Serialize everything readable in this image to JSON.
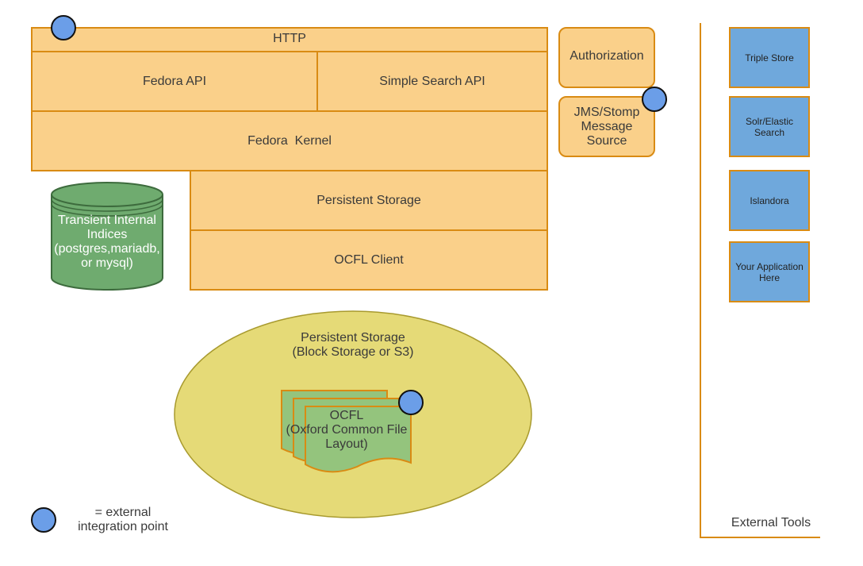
{
  "colors": {
    "orange_fill": "#fad08a",
    "orange_stroke": "#d98b13",
    "green_fill": "#6fab6f",
    "green_stroke": "#3d6b3d",
    "doc_fill": "#94c47d",
    "ellipse_fill": "#e5da77",
    "ellipse_stroke": "#a89a2e",
    "blue_box_fill": "#6fa8dc",
    "dot_fill": "#6b9ee8",
    "dot_stroke": "#111111"
  },
  "stack": {
    "http": "HTTP",
    "fedora_api": "Fedora API",
    "simple_search_api": "Simple Search API",
    "fedora_kernel": "Fedora  Kernel",
    "persistent_storage": "Persistent Storage",
    "ocfl_client": "OCFL Client"
  },
  "side": {
    "authorization": "Authorization",
    "jms": "JMS/Stomp\nMessage\nSource"
  },
  "database": {
    "label": "Transient Internal\nIndices\n(postgres,mariadb,\nor mysql)"
  },
  "storage": {
    "label": "Persistent Storage\n(Block Storage or S3)",
    "ocfl": "OCFL\n(Oxford Common File\nLayout)"
  },
  "external_tools": {
    "title": "External Tools",
    "items": [
      "Triple Store",
      "Solr/Elastic\nSearch",
      "Islandora",
      "Your Application\nHere"
    ]
  },
  "legend": {
    "text": "= external\nintegration point"
  }
}
